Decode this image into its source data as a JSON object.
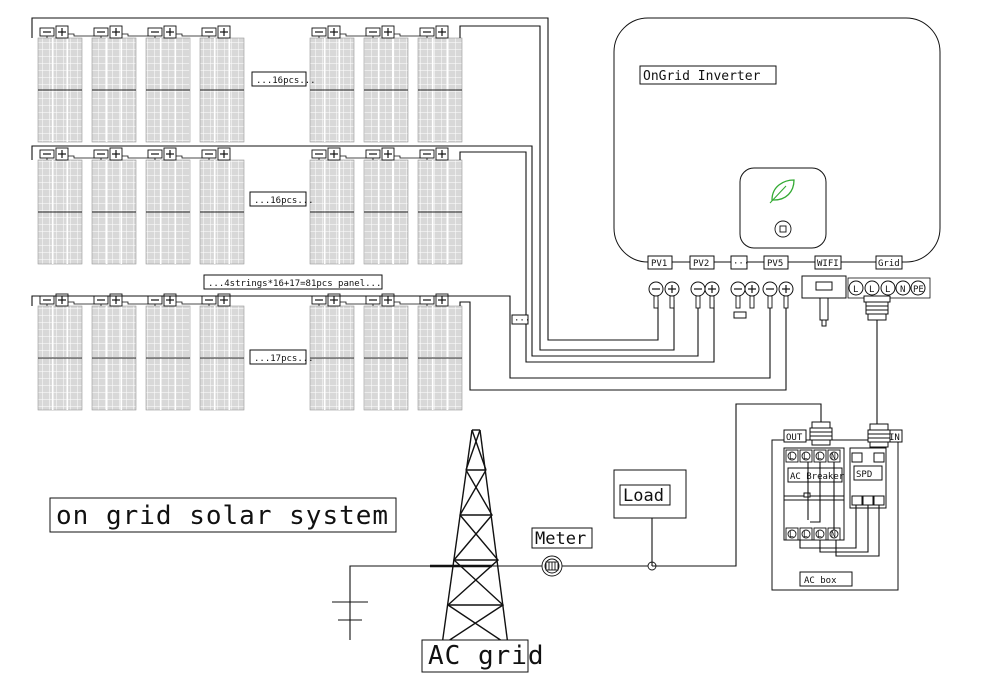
{
  "title": "on grid solar system",
  "colors": {
    "panel_fill": "#d8d8d8",
    "panel_grid": "#ffffff",
    "line": "#111111",
    "leaf_accent": "#33aa33"
  },
  "arrays": [
    {
      "count_label": "...16pcs..."
    },
    {
      "count_label": "...16pcs..."
    },
    {
      "count_label": "...17pcs..."
    }
  ],
  "strings_note": "...4strings*16+17=81pcs panel...",
  "ellipsis": "···",
  "inverter": {
    "title": "OnGrid Inverter",
    "ports": [
      "PV1",
      "PV2",
      "···",
      "PV5"
    ],
    "wifi": "WIFI",
    "grid": "Grid",
    "grid_terminals": [
      "L",
      "L",
      "L",
      "N",
      "PE"
    ],
    "leaf_icon": "leaf-icon",
    "button_icon": "power-button-icon"
  },
  "ac_box": {
    "label": "AC box",
    "out": "OUT",
    "in": "IN",
    "breaker": "AC Breaker",
    "spd": "SPD",
    "top_terminals": [
      "L",
      "L",
      "L",
      "N"
    ],
    "bottom_terminals": [
      "L",
      "L",
      "L",
      "N"
    ]
  },
  "load": "Load",
  "meter": "Meter",
  "ac_grid": "AC grid"
}
